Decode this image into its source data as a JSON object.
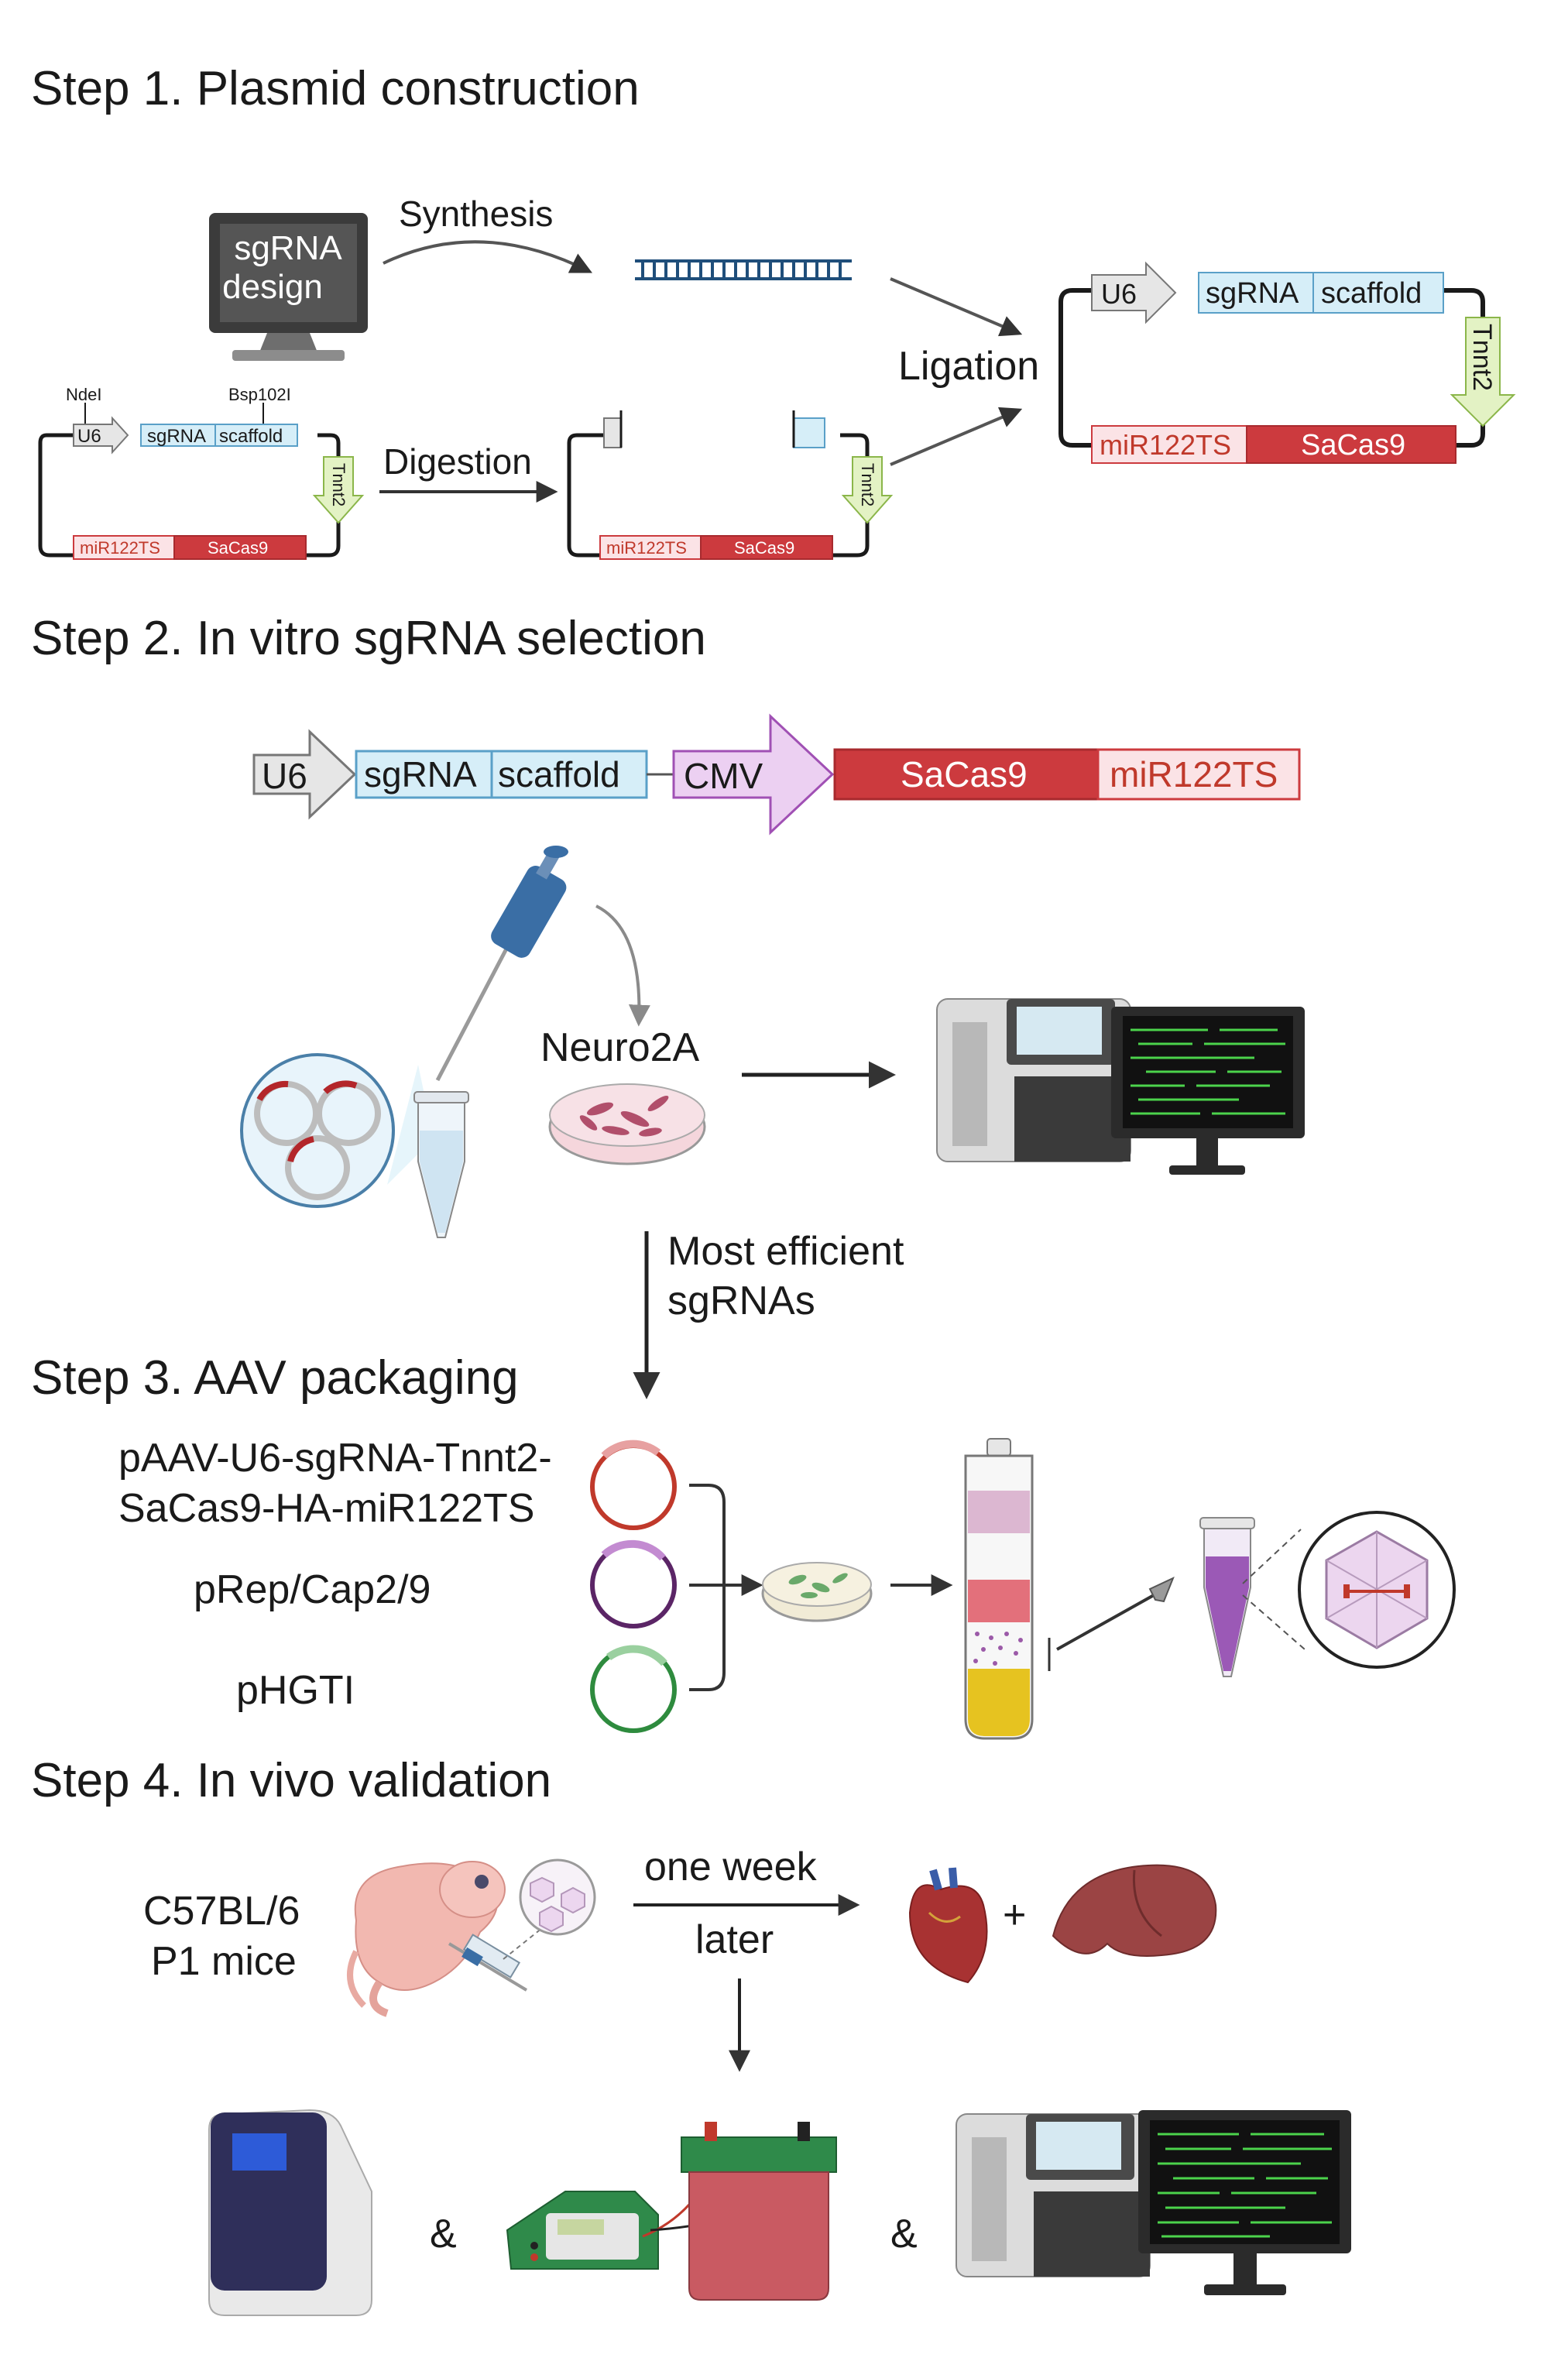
{
  "steps": {
    "s1": "Step 1. Plasmid construction",
    "s2": "Step 2. In vitro sgRNA selection",
    "s3": "Step 3. AAV packaging",
    "s4": "Step 4. In vivo  validation"
  },
  "step1": {
    "monitor_text_1": "sgRNA",
    "monitor_text_2": "design",
    "synthesis": "Synthesis",
    "digestion": "Digestion",
    "ligation": "Ligation",
    "site_left": "NdeI",
    "site_right": "Bsp102I",
    "u6": "U6",
    "sgrna": "sgRNA",
    "scaffold": "scaffold",
    "tnnt2": "Tnnt2",
    "mir": "miR122TS",
    "sacas9": "SaCas9"
  },
  "step2": {
    "u6": "U6",
    "sgrna": "sgRNA",
    "scaffold": "scaffold",
    "cmv": "CMV",
    "sacas9": "SaCas9",
    "mir": "miR122TS",
    "neuro2a": "Neuro2A",
    "most_efficient_1": "Most efficient",
    "most_efficient_2": "sgRNAs"
  },
  "step3": {
    "plasmid1_line1": "pAAV-U6-sgRNA-Tnnt2-",
    "plasmid1_line2": "SaCas9-HA-miR122TS",
    "plasmid2": "pRep/Cap2/9",
    "plasmid3": "pHGTI"
  },
  "step4": {
    "mice_line1": "C57BL/6",
    "mice_line2": "P1 mice",
    "time_line1": "one week",
    "time_line2": "later",
    "plus": "+",
    "amp1": "&",
    "amp2": "&"
  },
  "colors": {
    "sgrna_box": "#d6eef8",
    "promoter_grey": "#e6e6e6",
    "cmv_purple": "#ecd0f2",
    "sacas9_red": "#cc3a3e",
    "mir_pink": "#fbe3e6",
    "tnnt2_green": "#e3f2c4",
    "arrow": "#333333"
  }
}
